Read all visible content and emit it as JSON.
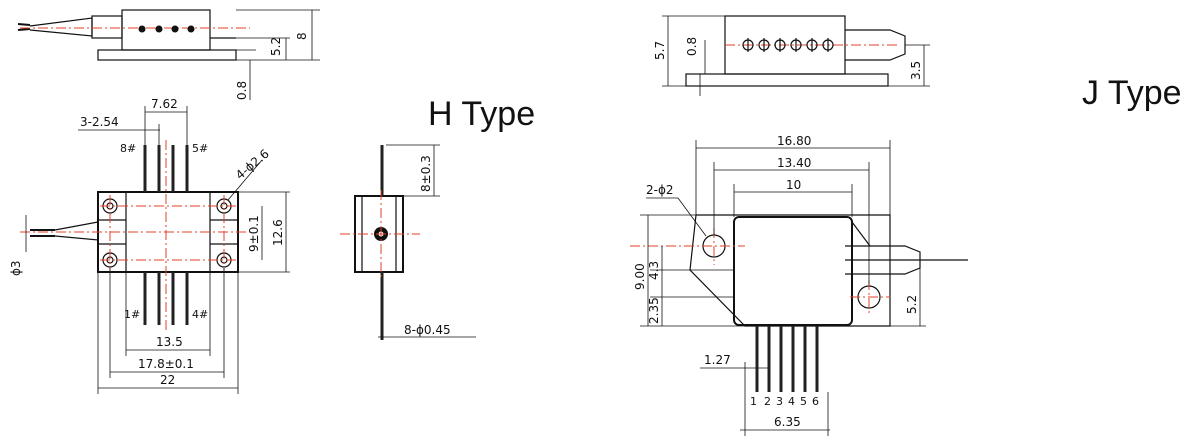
{
  "h_type": {
    "title": "H Type",
    "side_view": {
      "height": "8",
      "body_height": "5.2",
      "base": "0.8"
    },
    "top_view": {
      "pin_pitch_span": "7.62",
      "pin_pitch": "3-2.54",
      "pin8": "8#",
      "pin5": "5#",
      "pin1": "1#",
      "pin4": "4#",
      "mount_holes": "4-ϕ2.6",
      "fiber_dia": "ϕ3",
      "hole_spacing_v": "9±0.1",
      "body_height": "12.6",
      "hole_spacing_h": "13.5",
      "width_tol": "17.8±0.1",
      "total_width": "22"
    },
    "end_view": {
      "pin_length": "8±0.3",
      "pins": "8-ϕ0.45"
    }
  },
  "j_type": {
    "title": "J Type",
    "side_view": {
      "height": "5.7",
      "base": "0.8",
      "fiber_height": "3.5"
    },
    "top_view": {
      "total_length": "16.80",
      "hole_spacing": "13.40",
      "body_width": "10",
      "holes": "2-ϕ2",
      "height": "9.00",
      "pin_offset": "4.3",
      "bottom_offset": "2.35",
      "fiber_offset": "5.2",
      "pitch": "1.27",
      "pin_span": "6.35",
      "pin_numbers": [
        "1",
        "2",
        "3",
        "4",
        "5",
        "6"
      ]
    }
  }
}
